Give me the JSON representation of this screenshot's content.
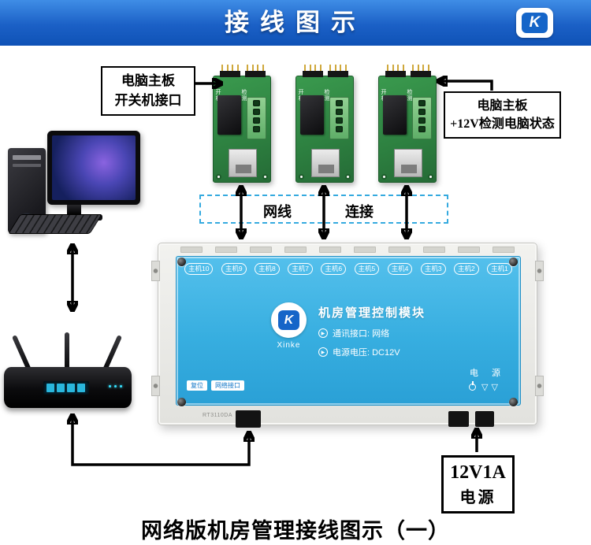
{
  "colors": {
    "header_blue_top": "#3f8de6",
    "header_blue_bottom": "#0f52b6",
    "panel_blue": "#37aee0",
    "pcb_green": "#2d8040",
    "brand_blue": "#1565c8",
    "dashed_border": "#35aadf"
  },
  "header": {
    "title": "接线图示",
    "logo_letter": "K"
  },
  "annotations": {
    "motherboard_switch": {
      "line1": "电脑主板",
      "line2": "开关机接口"
    },
    "motherboard_detect": {
      "line1": "电脑主板",
      "line2": "+12V检测电脑状态"
    },
    "cable": {
      "left": "网线",
      "right": "连接"
    },
    "power_supply": {
      "line1": "12V1A",
      "line2": "电源"
    }
  },
  "pcb": {
    "pin_label_left": "开机",
    "pin_label_right": "检测"
  },
  "module": {
    "ports": [
      "主机10",
      "主机9",
      "主机8",
      "主机7",
      "主机6",
      "主机5",
      "主机4",
      "主机3",
      "主机2",
      "主机1"
    ],
    "logo_letter": "K",
    "logo_text": "Xinke",
    "title": "机房管理控制模块",
    "bullet_icon": "▶",
    "spec_comm": "通讯接口: 网络",
    "spec_power": "电源电压: DC12V",
    "reset_label": "复位",
    "network_label": "网络接口",
    "power_label": "电 源",
    "power_triangles": "▽▽",
    "chip_label": "RT3110DA"
  },
  "caption": "网络版机房管理接线图示（一）"
}
